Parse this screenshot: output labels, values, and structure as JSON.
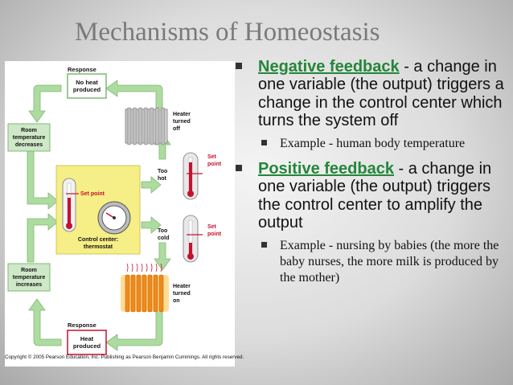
{
  "slide": {
    "title": "Mechanisms of Homeostasis",
    "bullets": [
      {
        "term": "Negative feedback",
        "text": " - a change in one variable (the output) triggers a change in the control center which turns the system off",
        "sub": "Example - human body temperature"
      },
      {
        "term": "Positive feedback",
        "text": " - a change in one variable (the output) triggers the control center to amplify the output",
        "sub": "Example - nursing by babies (the more the baby nurses, the more milk is produced by the mother)"
      }
    ]
  },
  "diagram": {
    "response_top": "Response",
    "no_heat_1": "No heat",
    "no_heat_2": "produced",
    "room_dec_1": "Room",
    "room_dec_2": "temperature",
    "room_dec_3": "decreases",
    "heater_off_1": "Heater",
    "heater_off_2": "turned",
    "heater_off_3": "off",
    "too_hot_1": "Too",
    "too_hot_2": "hot",
    "set_point_1": "Set",
    "set_point_2": "point",
    "set_point_center": "Set point",
    "too_cold_1": "Too",
    "too_cold_2": "cold",
    "set_point2_1": "Set",
    "set_point2_2": "point",
    "control_center_1": "Control center:",
    "control_center_2": "thermostat",
    "room_inc_1": "Room",
    "room_inc_2": "temperature",
    "room_inc_3": "increases",
    "heater_on_1": "Heater",
    "heater_on_2": "turned",
    "heater_on_3": "on",
    "response_bottom": "Response",
    "heat_produced_1": "Heat",
    "heat_produced_2": "produced",
    "copyright": "Copyright © 2005 Pearson Education, Inc. Publishing as Pearson Benjamin Cummings. All rights reserved."
  },
  "colors": {
    "arrow_green": "#aedba0",
    "arrow_green_stroke": "#7fb874",
    "box_green": "#cfe8c8",
    "panel_yellow": "#f6ee86",
    "red": "#c8102e",
    "term_green": "#23863a",
    "title_gray": "#7a7a7a"
  }
}
